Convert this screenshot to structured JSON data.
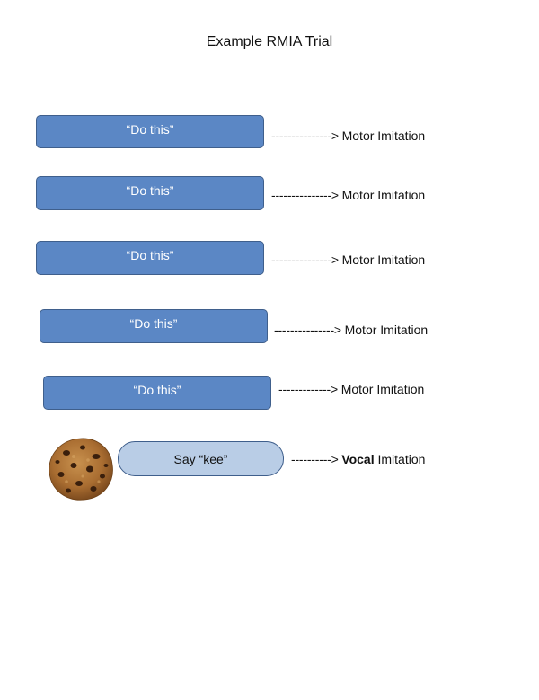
{
  "title": "Example RMIA Trial",
  "rows": [
    {
      "box_text": "“Do this”",
      "arrow": "---------------> ",
      "label": "Motor Imitation"
    },
    {
      "box_text": "“Do this”",
      "arrow": "---------------> ",
      "label": "Motor Imitation"
    },
    {
      "box_text": "“Do this”",
      "arrow": "---------------> ",
      "label": "Motor Imitation"
    },
    {
      "box_text": "“Do this”",
      "arrow": "---------------> ",
      "label": "Motor Imitation"
    },
    {
      "box_text": "“Do this”",
      "arrow": "-------------> ",
      "label": "Motor Imitation"
    }
  ],
  "vocal_row": {
    "box_text": "Say “kee”",
    "arrow": "----------> ",
    "label_bold": "Vocal",
    "label_rest": " Imitation"
  },
  "cookie_icon": "cookie-image",
  "colors": {
    "motor_box": "#5b87c5",
    "vocal_box": "#b9cde6",
    "box_border": "#3f5f8c"
  }
}
